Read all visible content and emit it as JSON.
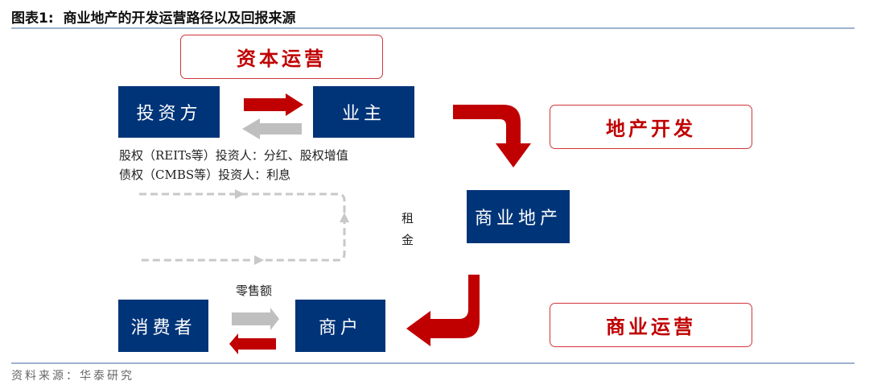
{
  "title": "图表1:  商业地产的开发运营路径以及回报来源",
  "stages": {
    "capital": "资本运营",
    "development": "地产开发",
    "operation": "商业运营"
  },
  "nodes": {
    "investor": "投资方",
    "owner": "业主",
    "property": "商业地产",
    "consumer": "消费者",
    "merchant": "商户"
  },
  "notes": {
    "equity": "股权（REITs等）投资人：分红、股权增值",
    "debt": "债权（CMBS等）投资人：利息",
    "rent_1": "租",
    "rent_2": "金",
    "retail": "零售额"
  },
  "source": "资料来源：华泰研究",
  "colors": {
    "navy": "#003478",
    "red": "#c00000",
    "gray": "#bfbfbf"
  }
}
